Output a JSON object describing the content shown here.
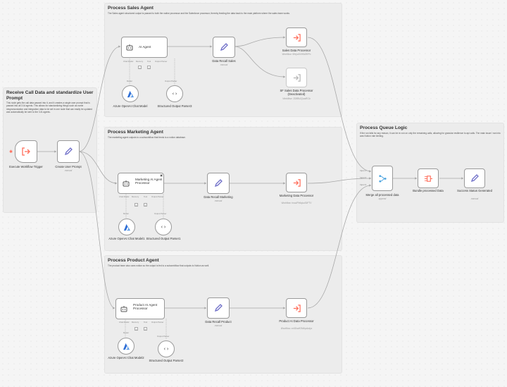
{
  "stickies": {
    "receive": {
      "title": "Receive Call Data and standardize User Prompt",
      "desc": "This node gets the call data passed into it, and it creates a single user prompt that is passed into all 3 AI agents. This allows for standardizing things such as name mispronunciation and integration data to be set in one node that can easily be updated and automatically be sent to the 3 AI agents."
    },
    "sales": {
      "title": "Process Sales Agent",
      "desc": "The Sales agent structured output is passed to both the native processor and the Salesforce processor, thereby feeding the data back to the main platform where the sales team works."
    },
    "marketing": {
      "title": "Process Marketing Agent",
      "desc": "The marketing agent outputs to a subworkflow that feeds to a notion database."
    },
    "product": {
      "title": "Process Product Agent",
      "desc": "The product team also uses notion so the output is fed to a subworkflow that outputs to Notion as well."
    },
    "queue": {
      "title": "Process Queue Logic",
      "desc": "If the run fails for any reason, it can be re-run on only the remaining calls, allowing for granular resilience to api calls. The main issue I ran into was Notion rate limiting."
    }
  },
  "nodes": {
    "trigger": {
      "label": "Execute Workflow Trigger"
    },
    "create_prompt": {
      "label": "Create User Prompt",
      "sub": "manual"
    },
    "sales_agent": {
      "label": "AI Agent",
      "ports": [
        "Chat Model",
        "Memory",
        "Tool",
        "Output Parser"
      ]
    },
    "sales_model": {
      "label": "Azure OpenAI Chat Model",
      "port": "Model"
    },
    "sales_parser": {
      "label": "Structured Output Parser3",
      "port": "Output Parser"
    },
    "data_recall_sales": {
      "label": "Data Recall Sales",
      "sub": "manual"
    },
    "sales_processor": {
      "label": "Sales Data Processor",
      "sub": "Workflow: 9WyoNVlKM3RPo"
    },
    "sf_processor": {
      "label": "SF Sales Data Processor (Deactivated)",
      "sub": "Workflow: 2D8Bk2QuafECb"
    },
    "marketing_agent": {
      "label": "Marketing AI Agent Processor",
      "ports": [
        "Chat Model",
        "Memory",
        "Tool",
        "Output Parser"
      ]
    },
    "marketing_model": {
      "label": "Azure OpenAI Chat Model1",
      "port": "Model"
    },
    "marketing_parser": {
      "label": "Structured Output Parser1",
      "port": "Output Parser"
    },
    "data_recall_marketing": {
      "label": "Data Recall Marketing",
      "sub": "manual"
    },
    "marketing_processor": {
      "label": "Marketing Data Processor",
      "sub": "Workflow: hna4Ph6qbuS6FTV"
    },
    "product_agent": {
      "label": "Product AI Agent Processor",
      "ports": [
        "Chat Model",
        "Memory",
        "Tool",
        "Output Parser"
      ]
    },
    "product_model": {
      "label": "Azure OpenAI Chat Model2",
      "port": "Model"
    },
    "product_parser": {
      "label": "Structured Output Parser2",
      "port": "Output Parser"
    },
    "data_recall_product": {
      "label": "Data Recall Product",
      "sub": "manual"
    },
    "product_processor": {
      "label": "Product AI Data Processor",
      "sub": "Workflow: cn9DxdK0Wkp4udys"
    },
    "merge": {
      "label": "Merge all processed data",
      "sub": "append",
      "inputs": [
        "Input 1",
        "Input 2",
        "Input 3"
      ]
    },
    "bundle": {
      "label": "Bundle processed Data"
    },
    "success": {
      "label": "Success Status Generated",
      "sub": "manual"
    }
  },
  "colors": {
    "edge": "#a8a8a8",
    "node_border": "#9a9a9a",
    "pencil": "#6e6ec8",
    "exec": "#ff6d5a",
    "azure": "#2f6fd6",
    "merge": "#4aa3df"
  }
}
